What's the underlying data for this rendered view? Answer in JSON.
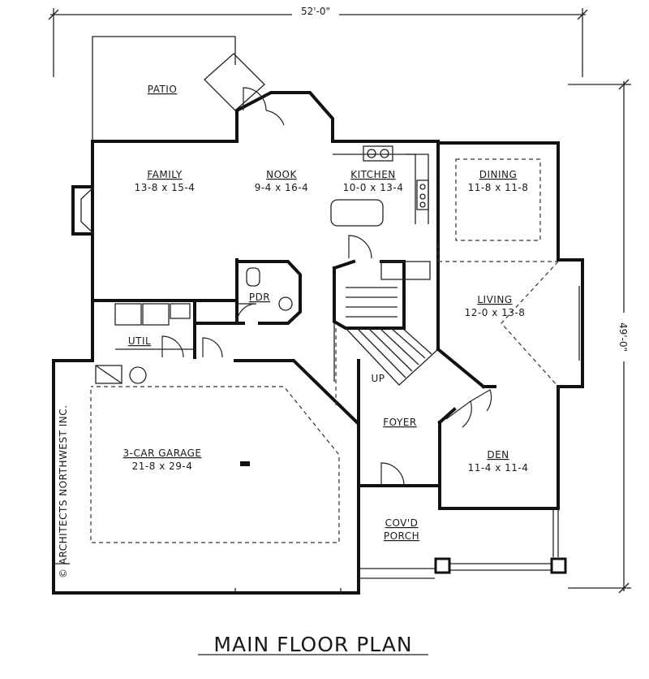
{
  "plan": {
    "title": "MAIN FLOOR PLAN",
    "width_dimension": "52'-0\"",
    "depth_dimension": "49'-0\"",
    "copyright": "© ARCHITECTS NORTHWEST INC.",
    "stair_label": "UP"
  },
  "rooms": {
    "patio": {
      "name": "PATIO"
    },
    "family": {
      "name": "FAMILY",
      "size": "13-8 x 15-4"
    },
    "nook": {
      "name": "NOOK",
      "size": "9-4 x 16-4"
    },
    "kitchen": {
      "name": "KITCHEN",
      "size": "10-0 x 13-4"
    },
    "dining": {
      "name": "DINING",
      "size": "11-8 x 11-8"
    },
    "living": {
      "name": "LIVING",
      "size": "12-0 x 13-8"
    },
    "pdr": {
      "name": "PDR"
    },
    "util": {
      "name": "UTIL"
    },
    "garage": {
      "name": "3-CAR GARAGE",
      "size": "21-8 x 29-4"
    },
    "foyer": {
      "name": "FOYER"
    },
    "den": {
      "name": "DEN",
      "size": "11-4 x 11-4"
    },
    "porch": {
      "name_line1": "COV'D",
      "name_line2": "PORCH"
    }
  }
}
